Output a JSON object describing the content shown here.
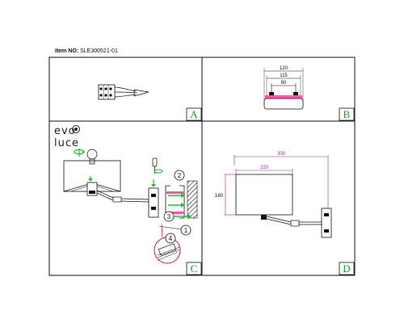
{
  "header": {
    "item_label": "Item NO:",
    "item_value": "SLE300521-01"
  },
  "panels": {
    "a": {
      "letter": "A"
    },
    "b": {
      "letter": "B",
      "dims": [
        "120",
        "115",
        "80"
      ]
    },
    "c": {
      "letter": "C",
      "logo_top": "evo",
      "logo_bottom": "luce",
      "steps": [
        "1",
        "2",
        "3",
        "4"
      ]
    },
    "d": {
      "letter": "D",
      "dims": {
        "width": "300",
        "shade_width": "220",
        "height": "160"
      }
    }
  },
  "colors": {
    "letters": "#1a9a2a",
    "arrows": "#22c03a",
    "dims_magenta": "#a02a9c",
    "wire_red": "#d42020",
    "lines": "#111111"
  }
}
